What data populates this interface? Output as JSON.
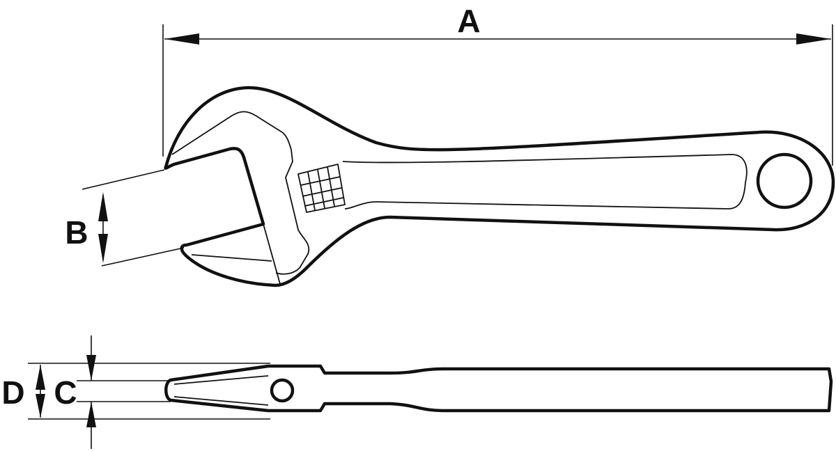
{
  "diagram": {
    "subject": "adjustable-wrench",
    "views": [
      "top-view",
      "side-view"
    ],
    "dimension_labels": {
      "A": "A",
      "B": "B",
      "C": "C",
      "D": "D"
    },
    "line_color": "#111111",
    "background": "#ffffff"
  }
}
